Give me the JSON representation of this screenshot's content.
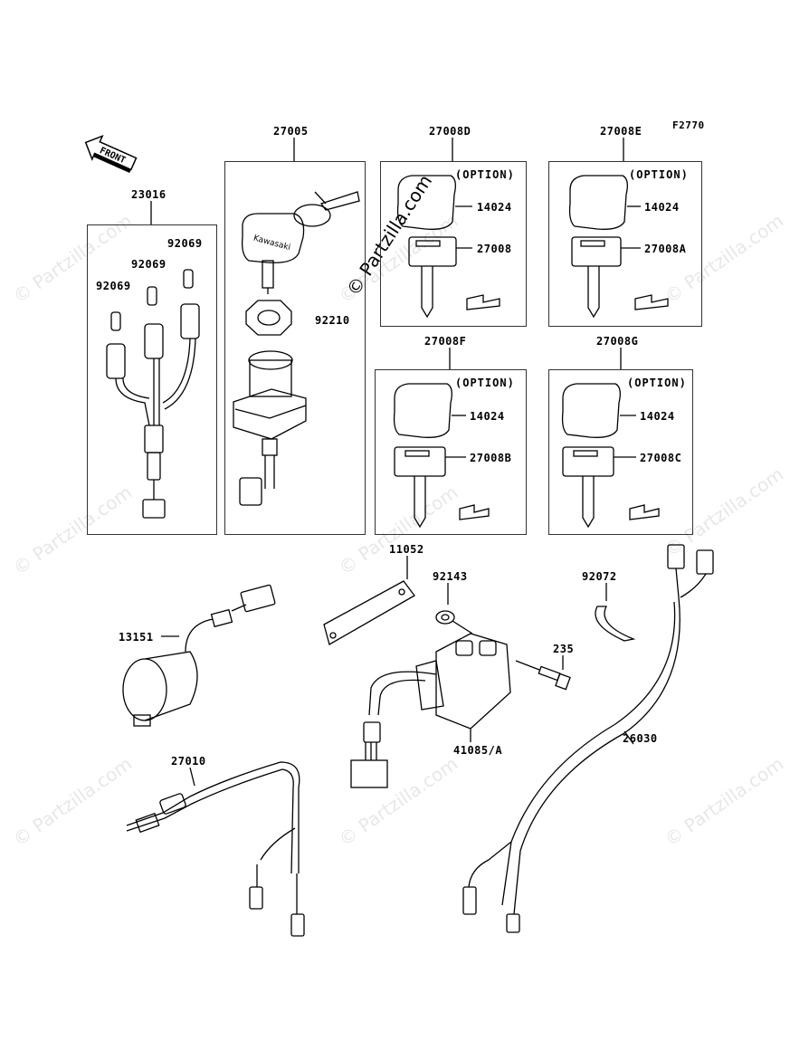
{
  "diagram_code": "F2770",
  "front_label": "FRONT",
  "watermark": {
    "text": "© Partzilla.com",
    "main": "© Partzilla.com"
  },
  "groups": [
    {
      "id": "23016",
      "label": "23016"
    },
    {
      "id": "27005",
      "label": "27005"
    },
    {
      "id": "27008D",
      "label": "27008D"
    },
    {
      "id": "27008E",
      "label": "27008E"
    },
    {
      "id": "27008F",
      "label": "27008F"
    },
    {
      "id": "27008G",
      "label": "27008G"
    }
  ],
  "option_text": "(OPTION)",
  "parts": {
    "p92069_a": "92069",
    "p92069_b": "92069",
    "p92069_c": "92069",
    "p92210": "92210",
    "p14024_d": "14024",
    "p27008": "27008",
    "p14024_e": "14024",
    "p27008A": "27008A",
    "p14024_f": "14024",
    "p27008B": "27008B",
    "p14024_g": "14024",
    "p27008C": "27008C",
    "p11052": "11052",
    "p92143": "92143",
    "p92072": "92072",
    "p13151": "13151",
    "p235": "235",
    "p41085": "41085/A",
    "p26030": "26030",
    "p27010": "27010"
  },
  "key_brand": "Kawasaki"
}
